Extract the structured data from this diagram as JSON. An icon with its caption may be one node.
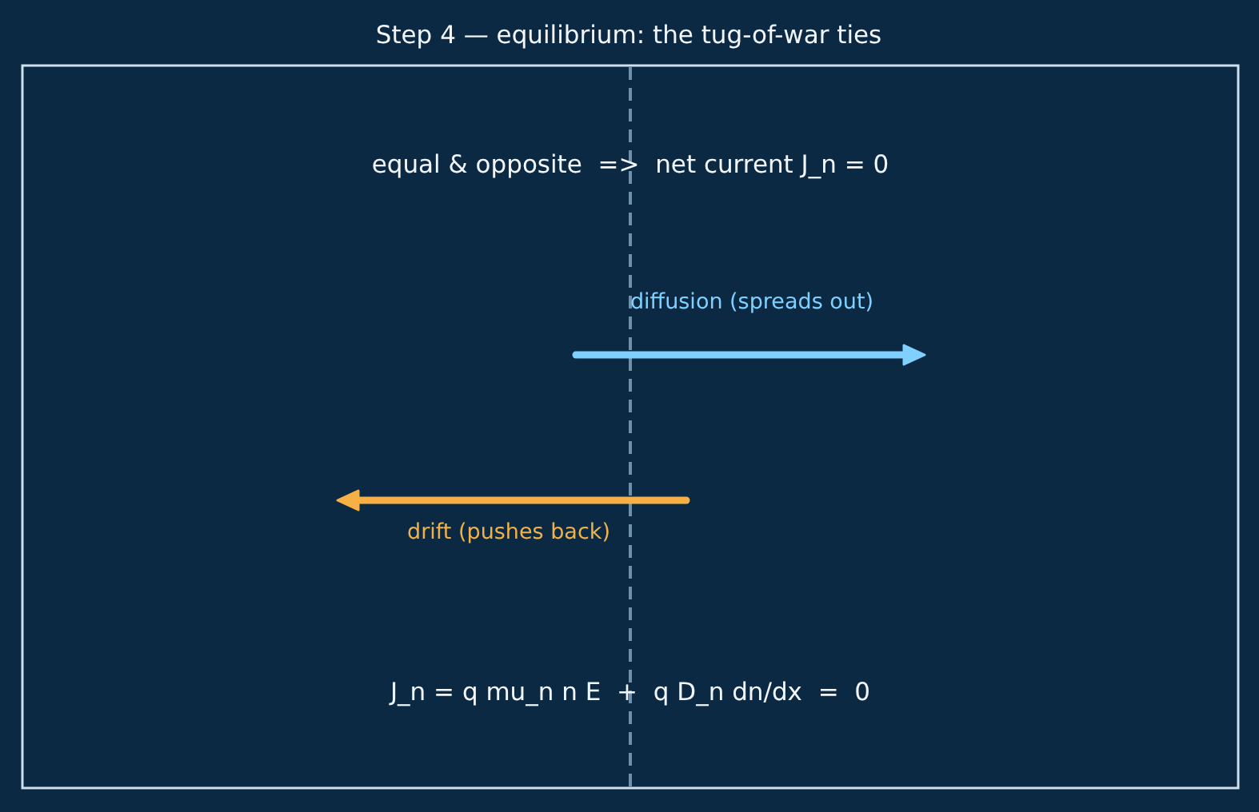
{
  "diagram": {
    "title": "Step 4 — equilibrium: the tug-of-war ties",
    "labels": [
      "equal & opposite  =>  net current J_n = 0",
      "diffusion (spreads out)",
      "drift (pushes back)",
      "J_n = q mu_n n E  +  q D_n dn/dx  =  0"
    ]
  }
}
